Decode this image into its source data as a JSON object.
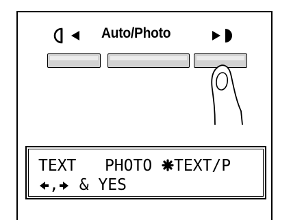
{
  "panel": {
    "mode_label": "Auto/Photo",
    "buttons": [
      {
        "name": "left"
      },
      {
        "name": "center"
      },
      {
        "name": "right"
      }
    ]
  },
  "display": {
    "line1": {
      "opt1": "TEXT",
      "opt2": "PHOTO",
      "opt3": "TEXT/P"
    },
    "line2": {
      "sep": ",",
      "suffix": " & YES"
    }
  },
  "icons": [
    "lighter-icon",
    "left-arrow-icon",
    "right-arrow-icon",
    "darker-icon",
    "finger-icon",
    "selected-marker-icon"
  ]
}
